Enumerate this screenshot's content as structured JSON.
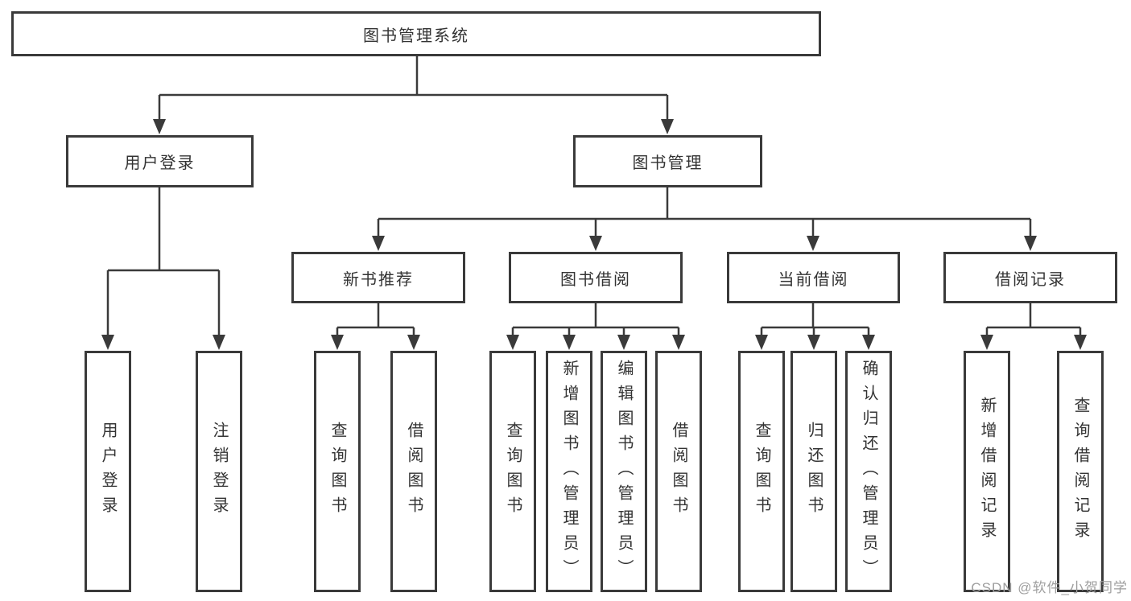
{
  "diagram": {
    "root": {
      "label": "图书管理系统"
    },
    "level2": {
      "user_login": "用户登录",
      "book_management": "图书管理"
    },
    "level3": {
      "new_book_recommend": "新书推荐",
      "book_borrow": "图书借阅",
      "current_borrow": "当前借阅",
      "borrow_record": "借阅记录"
    },
    "leaves": {
      "user_login": [
        "用户登录",
        "注销登录"
      ],
      "new_book_recommend": [
        "查询图书",
        "借阅图书"
      ],
      "book_borrow": [
        "查询图书",
        "新增图书（管理员）",
        "编辑图书（管理员）",
        "借阅图书"
      ],
      "current_borrow": [
        "查询图书",
        "归还图书",
        "确认归还（管理员）"
      ],
      "borrow_record": [
        "新增借阅记录",
        "查询借阅记录"
      ]
    },
    "watermark": "CSDN @软件_小贺同学",
    "colors": {
      "line": "#3a3a3a",
      "border": "#3a3a3a",
      "text": "#333333",
      "watermark": "#9e9e9e",
      "background": "#ffffff"
    }
  }
}
